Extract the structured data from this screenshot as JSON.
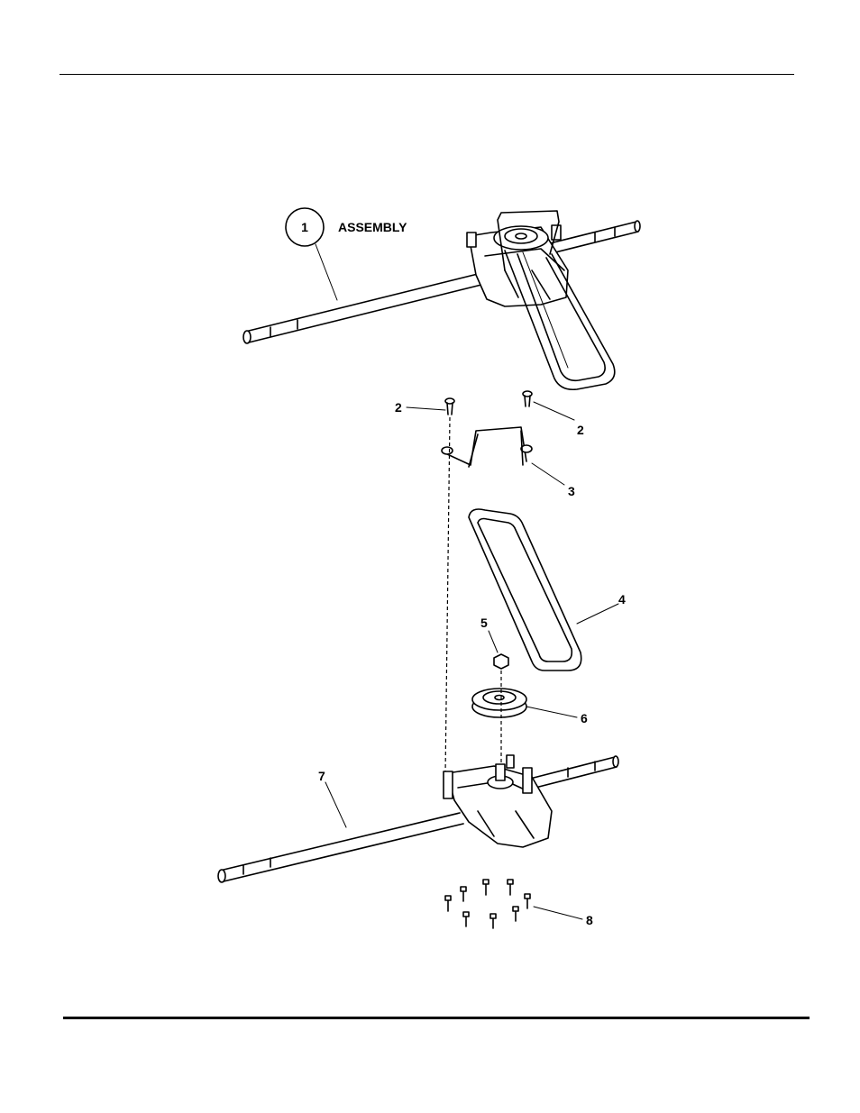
{
  "diagram": {
    "assembly_callout": {
      "number": "1",
      "label": "ASSEMBLY"
    },
    "callouts": [
      {
        "id": "screw-left",
        "text": "2"
      },
      {
        "id": "screw-right",
        "text": "2"
      },
      {
        "id": "bracket",
        "text": "3"
      },
      {
        "id": "belt",
        "text": "4"
      },
      {
        "id": "nut",
        "text": "5"
      },
      {
        "id": "pulley",
        "text": "6"
      },
      {
        "id": "transmission-shaft",
        "text": "7"
      },
      {
        "id": "bottom-screws",
        "text": "8"
      }
    ]
  }
}
